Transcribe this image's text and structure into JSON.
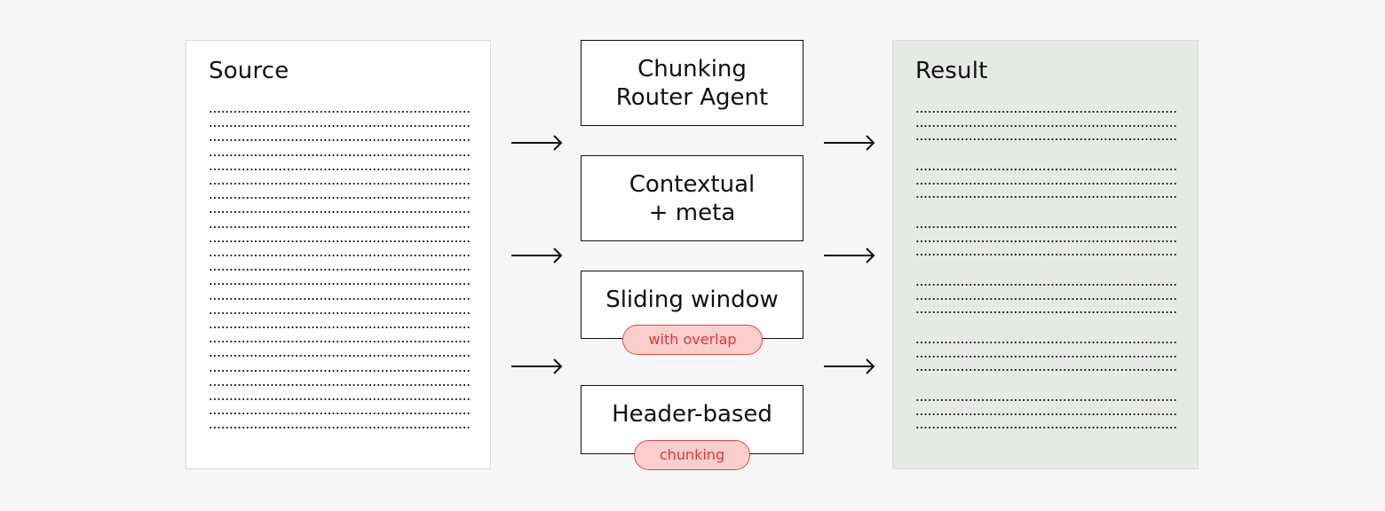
{
  "source": {
    "title": "Source"
  },
  "result": {
    "title": "Result"
  },
  "strategies": [
    {
      "label": "Chunking\nRouter Agent"
    },
    {
      "label": "Contextual\n+ meta"
    },
    {
      "label": "Sliding window",
      "tag": "with overlap"
    },
    {
      "label": "Header-based",
      "tag": "chunking"
    }
  ],
  "colors": {
    "background": "#f6f6f6",
    "result_panel": "#e7e9e7",
    "tag_fill": "#f9cfcd",
    "tag_border": "#e64545",
    "tag_text": "#d93a3a"
  }
}
